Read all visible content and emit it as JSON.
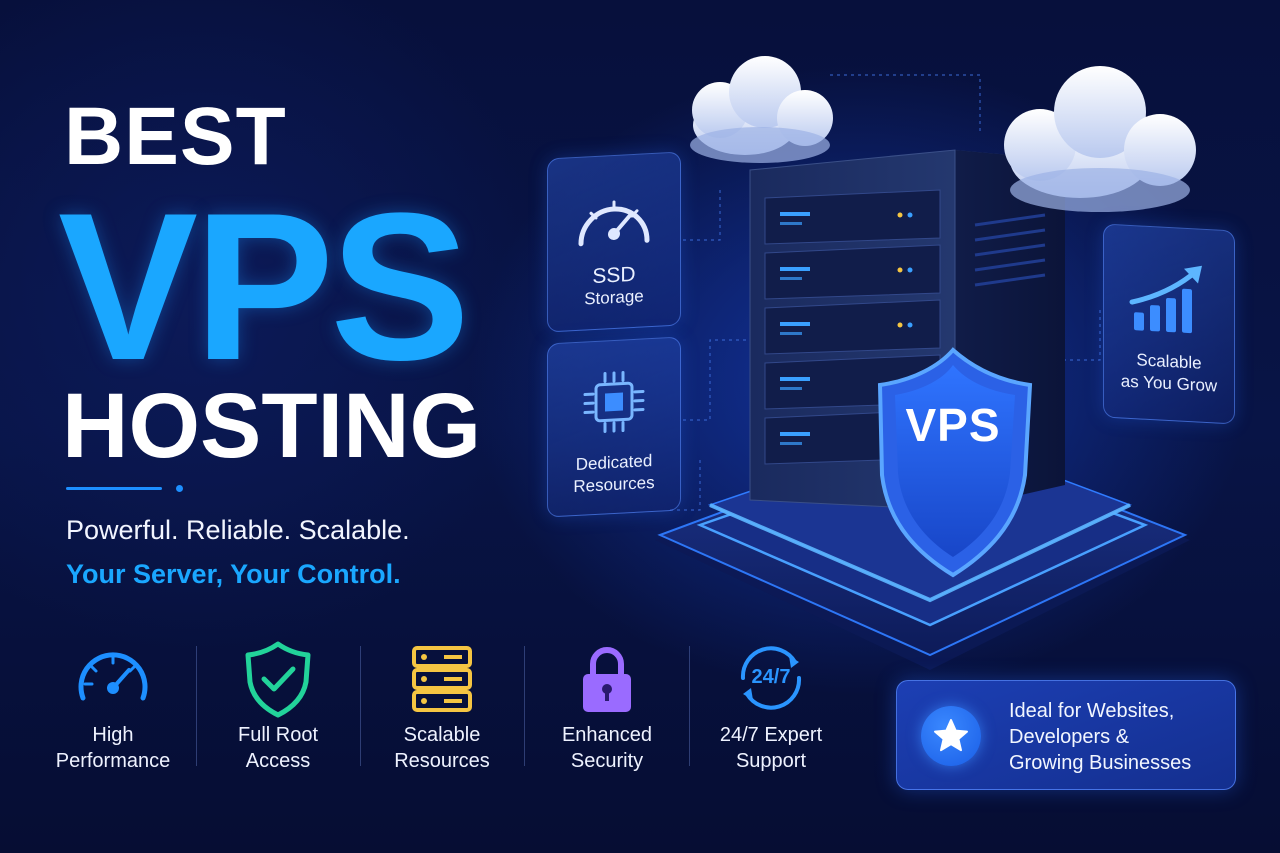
{
  "headline": {
    "line1": "BEST",
    "line2": "VPS",
    "line3": "HOSTING"
  },
  "tagline": {
    "primary": "Powerful. Reliable. Scalable.",
    "secondary": "Your Server, Your Control."
  },
  "side_cards": {
    "ssd": {
      "line1": "SSD",
      "line2": "Storage",
      "icon": "speedometer-icon"
    },
    "dedicated": {
      "line1": "Dedicated",
      "line2": "Resources",
      "icon": "cpu-chip-icon"
    },
    "scalable": {
      "line1": "Scalable",
      "line2": "as You Grow",
      "icon": "growth-chart-icon"
    }
  },
  "shield": {
    "label": "VPS"
  },
  "features": [
    {
      "line1": "High",
      "line2": "Performance",
      "icon": "speedometer-icon",
      "color": "#1d8fff"
    },
    {
      "line1": "Full Root",
      "line2": "Access",
      "icon": "shield-check-icon",
      "color": "#22d39a"
    },
    {
      "line1": "Scalable",
      "line2": "Resources",
      "icon": "server-stack-icon",
      "color": "#f5c542"
    },
    {
      "line1": "Enhanced",
      "line2": "Security",
      "icon": "padlock-icon",
      "color": "#9a6bff"
    },
    {
      "line1": "24/7 Expert",
      "line2": "Support",
      "icon": "support-247-icon",
      "color": "#2a95ff",
      "badge": "24/7"
    }
  ],
  "ideal": {
    "line1": "Ideal for Websites,",
    "line2": "Developers &",
    "line3": "Growing Businesses",
    "icon": "star-icon"
  },
  "colors": {
    "accent": "#1aa7ff",
    "background": "#07103c",
    "glow": "#2f7bff"
  }
}
